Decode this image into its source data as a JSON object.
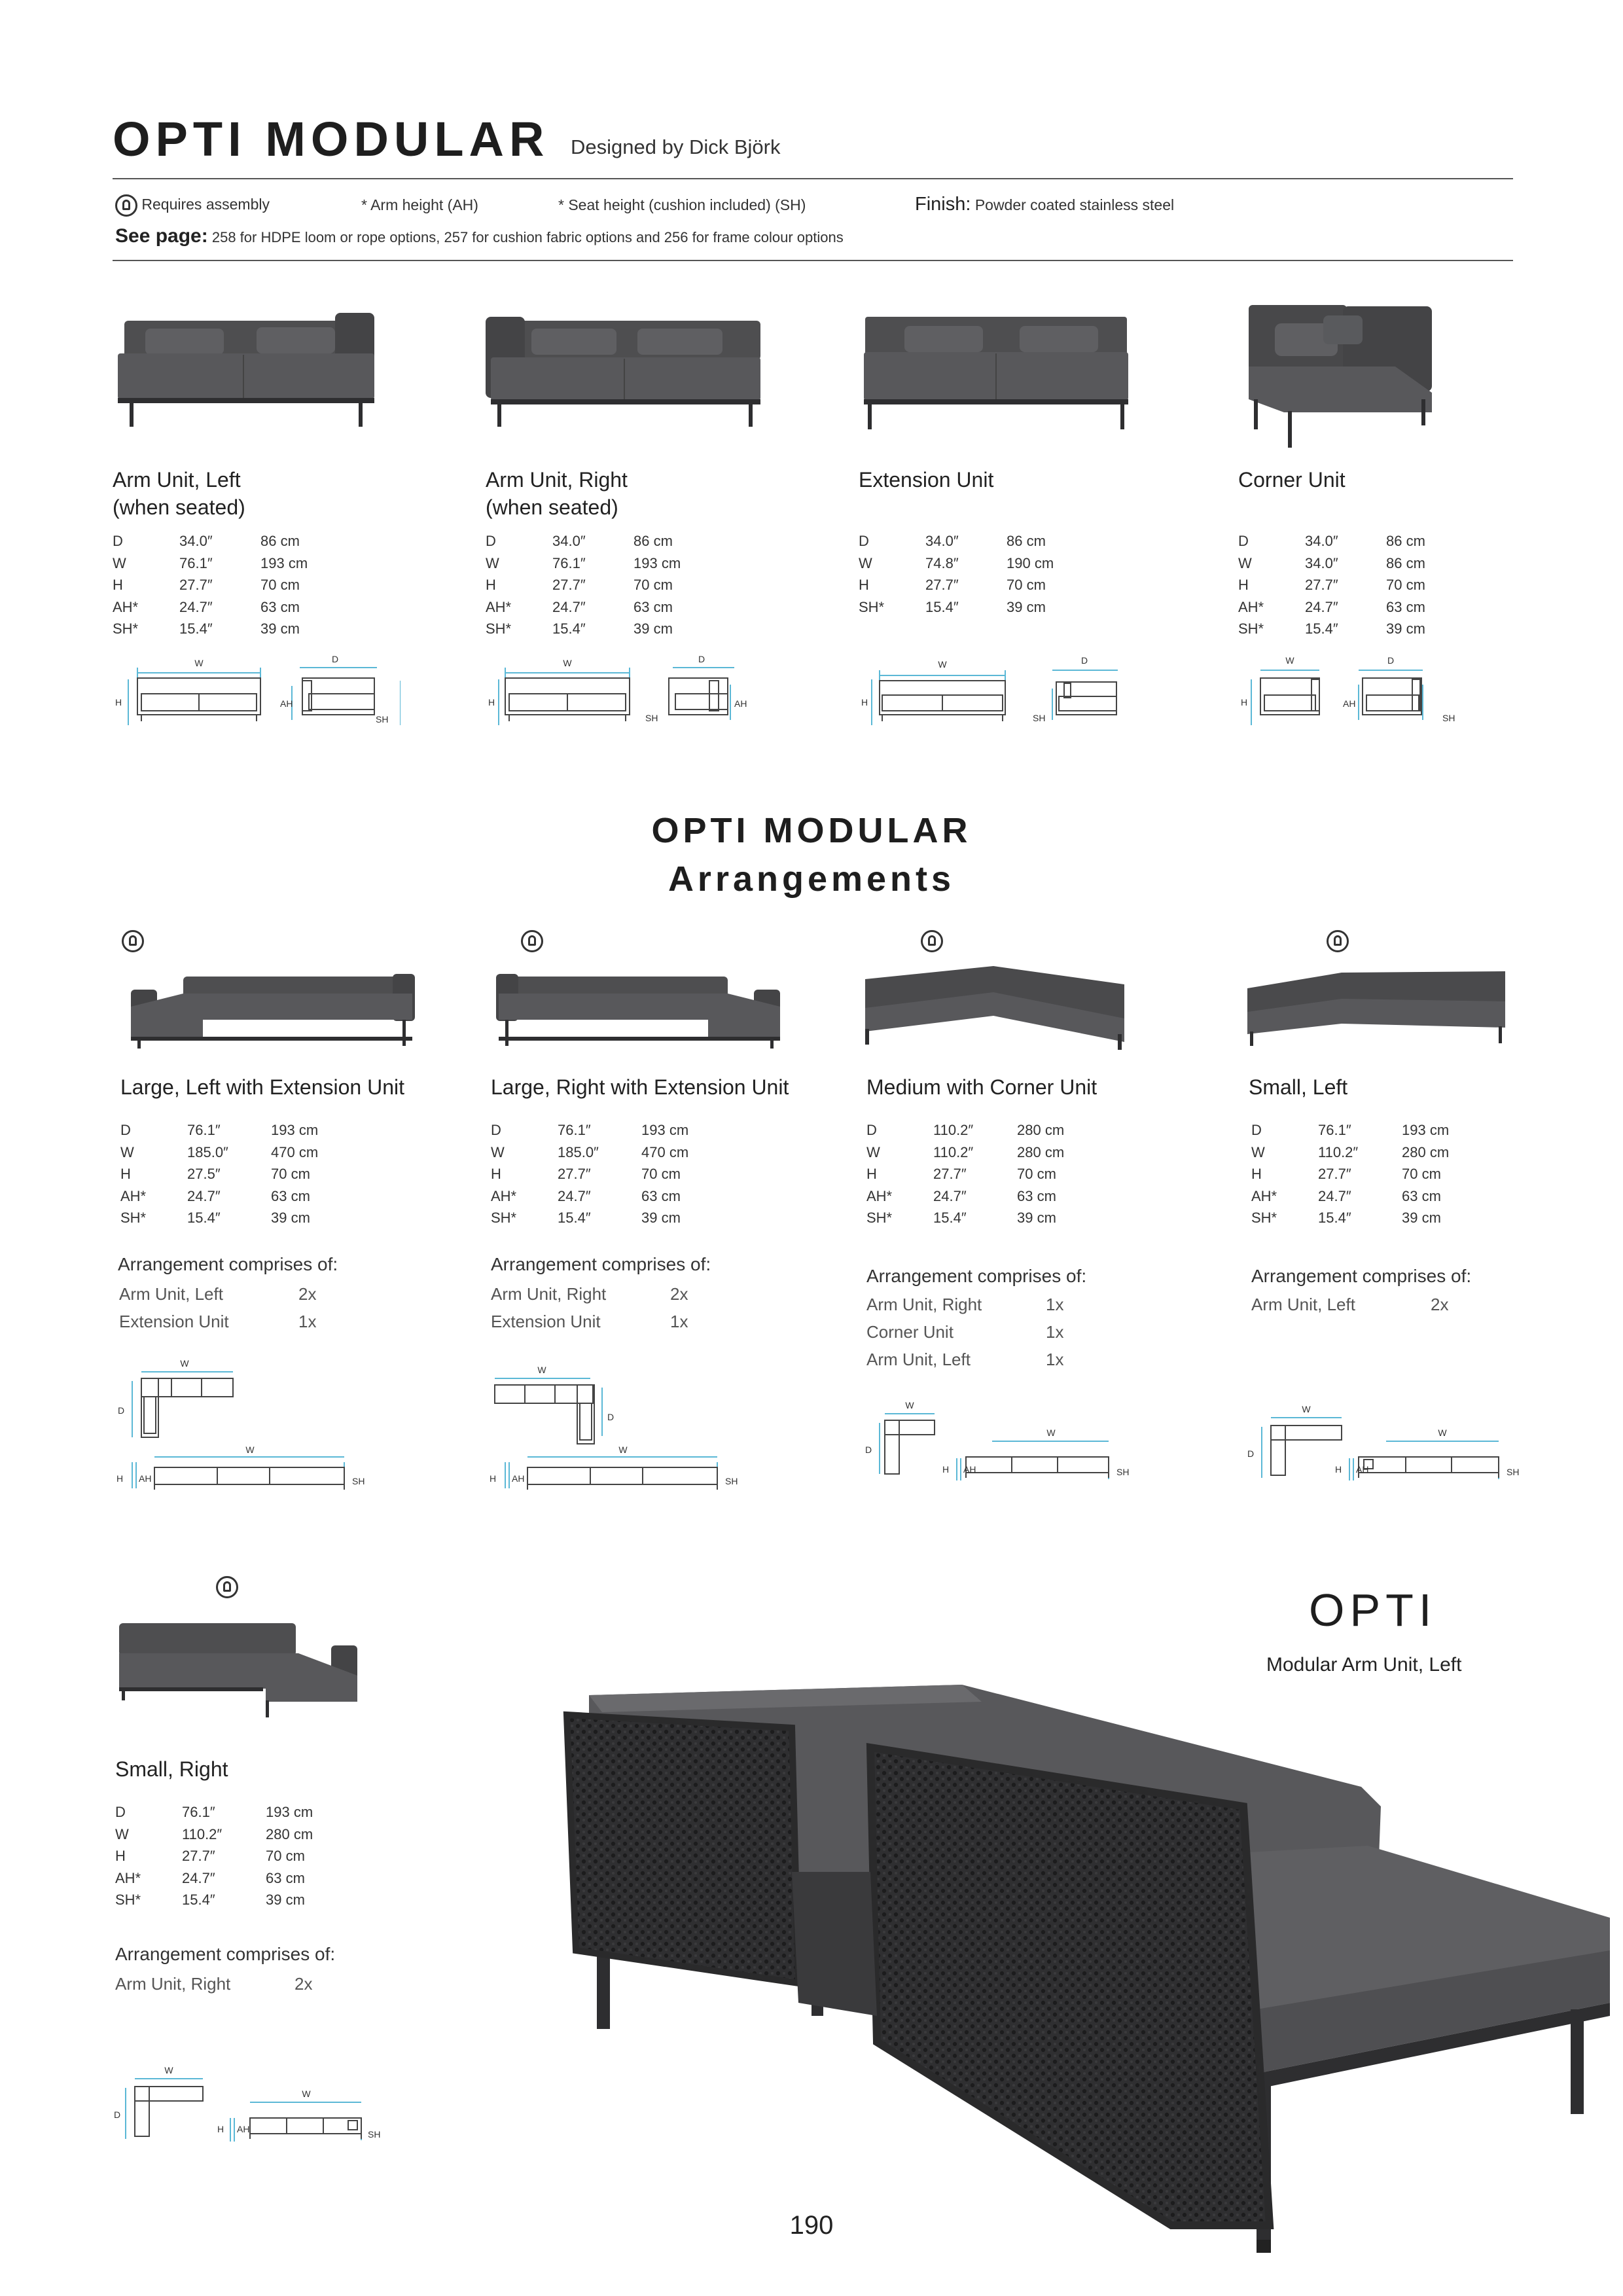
{
  "header": {
    "title": "OPTI MODULAR",
    "designer": "Designed by Dick Björk",
    "legend": {
      "assembly": "Requires assembly",
      "arm_height": "* Arm height (AH)",
      "seat_height": "* Seat height (cushion included) (SH)",
      "finish_label": "Finish:",
      "finish_value": "Powder coated stainless steel"
    },
    "see_page_label": "See page:",
    "see_page_text": "258 for HDPE loom or rope options, 257 for cushion fabric options and 256 for frame colour options"
  },
  "units": [
    {
      "name": [
        "Arm Unit, Left",
        "(when seated)"
      ],
      "specs": [
        [
          "D",
          "34.0″",
          "86 cm"
        ],
        [
          "W",
          "76.1″",
          "193 cm"
        ],
        [
          "H",
          "27.7″",
          "70 cm"
        ],
        [
          "AH*",
          "24.7″",
          "63 cm"
        ],
        [
          "SH*",
          "15.4″",
          "39 cm"
        ]
      ]
    },
    {
      "name": [
        "Arm Unit, Right",
        "(when seated)"
      ],
      "specs": [
        [
          "D",
          "34.0″",
          "86 cm"
        ],
        [
          "W",
          "76.1″",
          "193 cm"
        ],
        [
          "H",
          "27.7″",
          "70 cm"
        ],
        [
          "AH*",
          "24.7″",
          "63 cm"
        ],
        [
          "SH*",
          "15.4″",
          "39 cm"
        ]
      ]
    },
    {
      "name": [
        "Extension Unit",
        ""
      ],
      "specs": [
        [
          "D",
          "34.0″",
          "86 cm"
        ],
        [
          "W",
          "74.8″",
          "190 cm"
        ],
        [
          "H",
          "27.7″",
          "70 cm"
        ],
        [
          "SH*",
          "15.4″",
          "39 cm"
        ]
      ]
    },
    {
      "name": [
        "Corner Unit",
        ""
      ],
      "specs": [
        [
          "D",
          "34.0″",
          "86 cm"
        ],
        [
          "W",
          "34.0″",
          "86 cm"
        ],
        [
          "H",
          "27.7″",
          "70 cm"
        ],
        [
          "AH*",
          "24.7″",
          "63 cm"
        ],
        [
          "SH*",
          "15.4″",
          "39 cm"
        ]
      ]
    }
  ],
  "section2": {
    "line1": "OPTI MODULAR",
    "line2": "Arrangements"
  },
  "arrangements_heading": "Arrangement comprises of:",
  "arrangements": [
    {
      "name": "Large, Left with Extension Unit",
      "specs": [
        [
          "D",
          "76.1″",
          "193 cm"
        ],
        [
          "W",
          "185.0″",
          "470 cm"
        ],
        [
          "H",
          "27.5″",
          "70 cm"
        ],
        [
          "AH*",
          "24.7″",
          "63 cm"
        ],
        [
          "SH*",
          "15.4″",
          "39 cm"
        ]
      ],
      "parts": [
        [
          "Arm Unit, Left",
          "2x"
        ],
        [
          "Extension Unit",
          "1x"
        ]
      ]
    },
    {
      "name": "Large, Right with Extension Unit",
      "specs": [
        [
          "D",
          "76.1″",
          "193 cm"
        ],
        [
          "W",
          "185.0″",
          "470 cm"
        ],
        [
          "H",
          "27.7″",
          "70 cm"
        ],
        [
          "AH*",
          "24.7″",
          "63 cm"
        ],
        [
          "SH*",
          "15.4″",
          "39 cm"
        ]
      ],
      "parts": [
        [
          "Arm Unit, Right",
          "2x"
        ],
        [
          "Extension Unit",
          "1x"
        ]
      ]
    },
    {
      "name": "Medium with Corner Unit",
      "specs": [
        [
          "D",
          "110.2″",
          "280 cm"
        ],
        [
          "W",
          "110.2″",
          "280 cm"
        ],
        [
          "H",
          "27.7″",
          "70 cm"
        ],
        [
          "AH*",
          "24.7″",
          "63 cm"
        ],
        [
          "SH*",
          "15.4″",
          "39 cm"
        ]
      ],
      "parts": [
        [
          "Arm Unit, Right",
          "1x"
        ],
        [
          "Corner Unit",
          "1x"
        ],
        [
          "Arm Unit, Left",
          "1x"
        ]
      ]
    },
    {
      "name": "Small, Left",
      "specs": [
        [
          "D",
          "76.1″",
          "193 cm"
        ],
        [
          "W",
          "110.2″",
          "280 cm"
        ],
        [
          "H",
          "27.7″",
          "70 cm"
        ],
        [
          "AH*",
          "24.7″",
          "63 cm"
        ],
        [
          "SH*",
          "15.4″",
          "39 cm"
        ]
      ],
      "parts": [
        [
          "Arm Unit, Left",
          "2x"
        ]
      ]
    },
    {
      "name": "Small, Right",
      "specs": [
        [
          "D",
          "76.1″",
          "193 cm"
        ],
        [
          "W",
          "110.2″",
          "280 cm"
        ],
        [
          "H",
          "27.7″",
          "70 cm"
        ],
        [
          "AH*",
          "24.7″",
          "63 cm"
        ],
        [
          "SH*",
          "15.4″",
          "39 cm"
        ]
      ],
      "parts": [
        [
          "Arm Unit, Right",
          "2x"
        ]
      ]
    }
  ],
  "dimension_labels": {
    "w": "W",
    "d": "D",
    "h": "H",
    "ah": "AH",
    "sh": "SH"
  },
  "feature": {
    "title": "OPTI",
    "subtitle": "Modular Arm Unit, Left"
  },
  "page_number": "190",
  "colors": {
    "cushion": "#545456",
    "frame": "#2e2e30",
    "dimension_line": "#5bb8d6",
    "text": "#222222"
  }
}
